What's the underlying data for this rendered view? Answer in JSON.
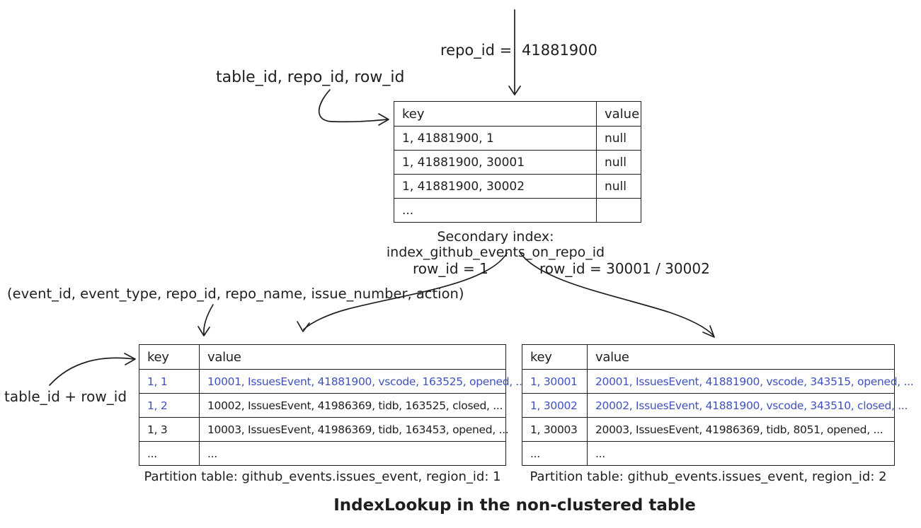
{
  "title": "IndexLookup in the non-clustered table",
  "colors": {
    "ink": "#1e1e1e",
    "accent_blue": "#3f51c1"
  },
  "labels": {
    "top_query_left": "repo_id =",
    "top_query_right": "41881900",
    "index_key_schema": "table_id, repo_id, row_id",
    "branch_left": "row_id = 1",
    "branch_right": "row_id = 30001 / 30002",
    "row_schema": "(event_id, event_type, repo_id, repo_name, issue_number, action)",
    "partition_key_schema": "table_id + row_id"
  },
  "secondary_index": {
    "columns": [
      "key",
      "value"
    ],
    "rows": [
      {
        "key": "1, 41881900, 1",
        "value": "null",
        "key_blue": false,
        "value_blue": false
      },
      {
        "key": "1, 41881900, 30001",
        "value": "null",
        "key_blue": false,
        "value_blue": false
      },
      {
        "key": "1, 41881900, 30002",
        "value": "null",
        "key_blue": false,
        "value_blue": false
      },
      {
        "key": "...",
        "value": "",
        "key_blue": false,
        "value_blue": false
      }
    ],
    "caption": "Secondary index: index_github_events_on_repo_id"
  },
  "partition_left": {
    "columns": [
      "key",
      "value"
    ],
    "rows": [
      {
        "key": "1, 1",
        "value": "10001, IssuesEvent, 41881900, vscode, 163525, opened, ...",
        "key_blue": true,
        "value_blue": true
      },
      {
        "key": "1, 2",
        "value": "10002, IssuesEvent, 41986369, tidb, 163525, closed, ...",
        "key_blue": true,
        "value_blue": false
      },
      {
        "key": "1, 3",
        "value": "10003, IssuesEvent, 41986369, tidb, 163453, opened, ...",
        "key_blue": false,
        "value_blue": false
      },
      {
        "key": "...",
        "value": "...",
        "key_blue": false,
        "value_blue": false
      }
    ],
    "caption": "Partition table: github_events.issues_event, region_id: 1"
  },
  "partition_right": {
    "columns": [
      "key",
      "value"
    ],
    "rows": [
      {
        "key": "1, 30001",
        "value": "20001, IssuesEvent, 41881900, vscode, 343515, opened, ...",
        "key_blue": true,
        "value_blue": true
      },
      {
        "key": "1, 30002",
        "value": "20002, IssuesEvent, 41881900, vscode, 343510, closed, ...",
        "key_blue": true,
        "value_blue": true
      },
      {
        "key": "1, 30003",
        "value": "20003, IssuesEvent, 41986369, tidb, 8051, opened, ...",
        "key_blue": false,
        "value_blue": false
      },
      {
        "key": "...",
        "value": "...",
        "key_blue": false,
        "value_blue": false
      }
    ],
    "caption": "Partition table: github_events.issues_event, region_id: 2"
  }
}
